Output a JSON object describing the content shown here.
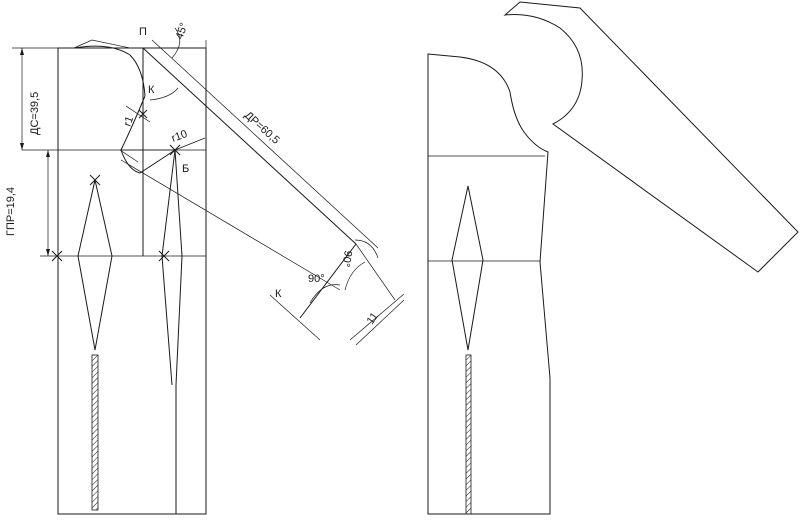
{
  "labels": {
    "point_p": "П",
    "point_k_upper": "К",
    "point_b": "Б",
    "point_k_lower": "К",
    "angle_45": "45°",
    "radius_r1": "r1",
    "radius_r10": "r10",
    "dim_ds": "ДС=39,5",
    "dim_gpr": "ГПР=19,4",
    "dim_dr": "ДР=60,5",
    "angle_90": "90°",
    "angle_90_rot": "90°",
    "dim_11": "11"
  }
}
